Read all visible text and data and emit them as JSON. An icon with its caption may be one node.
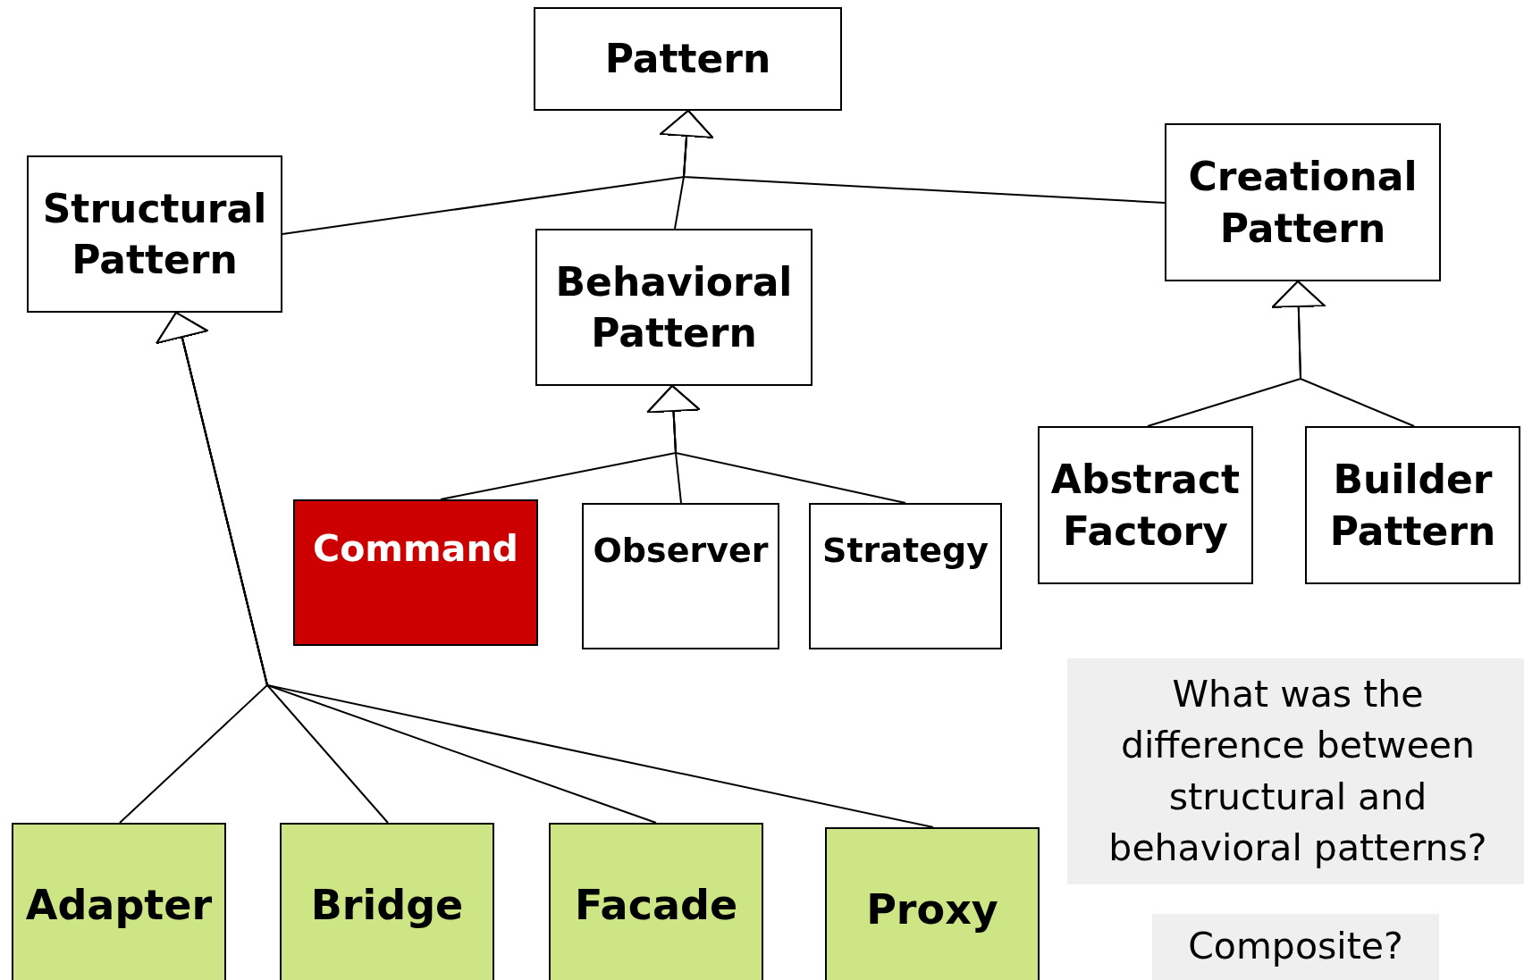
{
  "diagram": {
    "nodes": [
      {
        "text": [
          "Pattern"
        ]
      },
      {
        "text": [
          "Structural Pattern"
        ]
      },
      {
        "text": [
          "Behavioral Pattern"
        ]
      },
      {
        "text": [
          "Creational Pattern"
        ]
      },
      {
        "text": [
          "Command"
        ]
      },
      {
        "text": [
          "Observer"
        ]
      },
      {
        "text": [
          "Strategy"
        ]
      },
      {
        "text": [
          "Abstract Factory"
        ]
      },
      {
        "text": [
          "Builder Pattern"
        ]
      },
      {
        "text": [
          "Adapter"
        ]
      },
      {
        "text": [
          "Bridge"
        ]
      },
      {
        "text": [
          "Facade"
        ]
      },
      {
        "text": [
          "Proxy"
        ]
      },
      {
        "text": [
          "What was the difference between structural and behavioral patterns?"
        ]
      },
      {
        "text": [
          "Composite?"
        ]
      }
    ],
    "edges": [
      {
        "from": 1,
        "to": 0,
        "arrow": "to"
      },
      {
        "from": 2,
        "to": 0,
        "arrow": "to"
      },
      {
        "from": 3,
        "to": 0,
        "arrow": "to"
      },
      {
        "from": 4,
        "to": 2,
        "arrow": "to"
      },
      {
        "from": 5,
        "to": 2,
        "arrow": "to"
      },
      {
        "from": 6,
        "to": 2,
        "arrow": "to"
      },
      {
        "from": 7,
        "to": 3,
        "arrow": "to"
      },
      {
        "from": 8,
        "to": 3,
        "arrow": "to"
      },
      {
        "from": 9,
        "to": 1,
        "arrow": "to"
      },
      {
        "from": 10,
        "to": 1,
        "arrow": "to"
      },
      {
        "from": 11,
        "to": 1,
        "arrow": "to"
      },
      {
        "from": 12,
        "to": 1,
        "arrow": "to"
      }
    ]
  }
}
